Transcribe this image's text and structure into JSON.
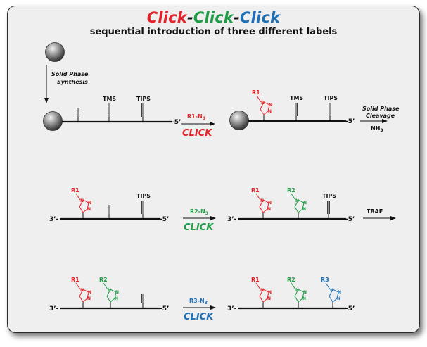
{
  "title": {
    "part1": "Click",
    "sep1": "-",
    "part2": "Click",
    "sep2": "-",
    "part3": "Click"
  },
  "subtitle": "sequential introduction of three different labels",
  "colors": {
    "red": "#e32229",
    "green": "#1e9c46",
    "blue": "#1f6fb5",
    "black": "#111111"
  },
  "labels": {
    "solid_phase": "Solid Phase",
    "synthesis": "Synthesis",
    "cleavage": "Cleavage",
    "nh3": "NH",
    "nh3_sub": "3",
    "tms": "TMS",
    "tips": "TIPS",
    "three_prime": "3’-",
    "five_prime": "-5’",
    "r1": "R1",
    "r2": "R2",
    "r3": "R3",
    "n3": "-N",
    "n3_sub": "3",
    "click": "CLICK",
    "tbaf": "TBAF",
    "n": "N"
  }
}
